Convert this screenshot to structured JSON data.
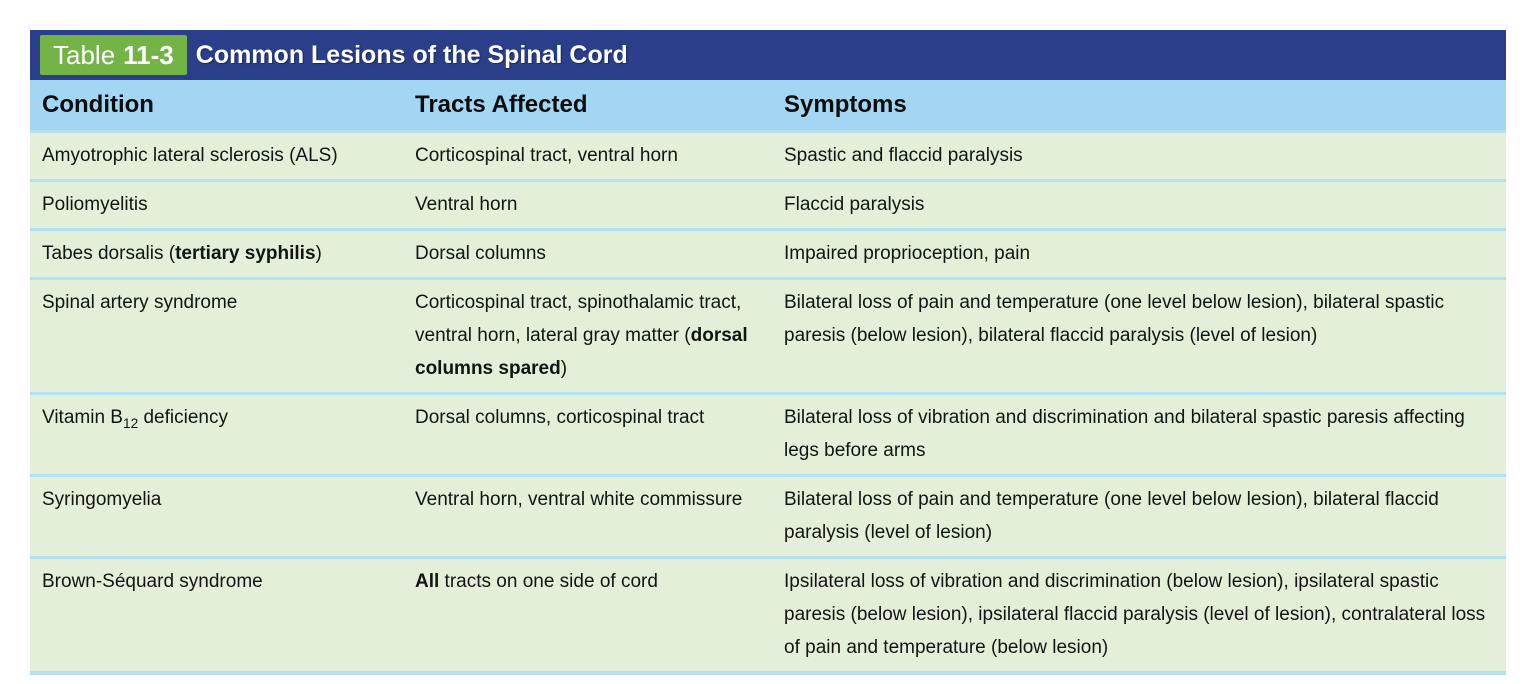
{
  "table": {
    "badge_label": "Table",
    "badge_number": "11-3",
    "title": "Common Lesions of the Spinal Cord",
    "columns": [
      "Condition",
      "Tracts Affected",
      "Symptoms"
    ],
    "rows": [
      {
        "condition": [
          {
            "t": "Amyotrophic lateral sclerosis (ALS)"
          }
        ],
        "tracts": [
          {
            "t": "Corticospinal tract, ventral horn"
          }
        ],
        "symptoms": [
          {
            "t": "Spastic and flaccid paralysis"
          }
        ]
      },
      {
        "condition": [
          {
            "t": "Poliomyelitis"
          }
        ],
        "tracts": [
          {
            "t": "Ventral horn"
          }
        ],
        "symptoms": [
          {
            "t": "Flaccid paralysis"
          }
        ]
      },
      {
        "condition": [
          {
            "t": "Tabes dorsalis ("
          },
          {
            "t": "tertiary syphilis",
            "b": true
          },
          {
            "t": ")"
          }
        ],
        "tracts": [
          {
            "t": "Dorsal columns"
          }
        ],
        "symptoms": [
          {
            "t": "Impaired proprioception, pain"
          }
        ]
      },
      {
        "condition": [
          {
            "t": "Spinal artery syndrome"
          }
        ],
        "tracts": [
          {
            "t": "Corticospinal tract, spinothalamic tract, ventral horn, lateral gray matter ("
          },
          {
            "t": "dorsal columns spared",
            "b": true
          },
          {
            "t": ")"
          }
        ],
        "symptoms": [
          {
            "t": "Bilateral loss of pain and temperature (one level below lesion), bilateral spastic paresis (below lesion), bilateral flaccid paralysis (level of lesion)"
          }
        ]
      },
      {
        "condition": [
          {
            "t": "Vitamin B"
          },
          {
            "t": "12",
            "sub": true
          },
          {
            "t": " deficiency"
          }
        ],
        "tracts": [
          {
            "t": "Dorsal columns, corticospinal tract"
          }
        ],
        "symptoms": [
          {
            "t": "Bilateral loss of vibration and discrimination and bilateral spastic paresis affecting legs before arms"
          }
        ]
      },
      {
        "condition": [
          {
            "t": "Syringomyelia"
          }
        ],
        "tracts": [
          {
            "t": "Ventral horn, ventral white commissure"
          }
        ],
        "symptoms": [
          {
            "t": "Bilateral loss of pain and temperature (one level below lesion), bilateral flaccid paralysis (level of lesion)"
          }
        ]
      },
      {
        "condition": [
          {
            "t": "Brown-Séquard syndrome"
          }
        ],
        "tracts": [
          {
            "t": "All",
            "b": true
          },
          {
            "t": " tracts on one side of cord"
          }
        ],
        "symptoms": [
          {
            "t": "Ipsilateral loss of vibration and discrimination (below lesion), ipsilateral spastic paresis (below lesion), ipsilateral flaccid paralysis (level of lesion), contralateral loss of pain and temperature (below lesion)"
          }
        ]
      }
    ]
  },
  "colors": {
    "title_bar_navy": "#2b3e8a",
    "badge_green": "#74b345",
    "column_header_blue": "#a2d6f2",
    "row_green": "#e4efda",
    "separator_blue": "#b6e0f1",
    "title_text": "#ffffff",
    "body_text": "#141414"
  }
}
